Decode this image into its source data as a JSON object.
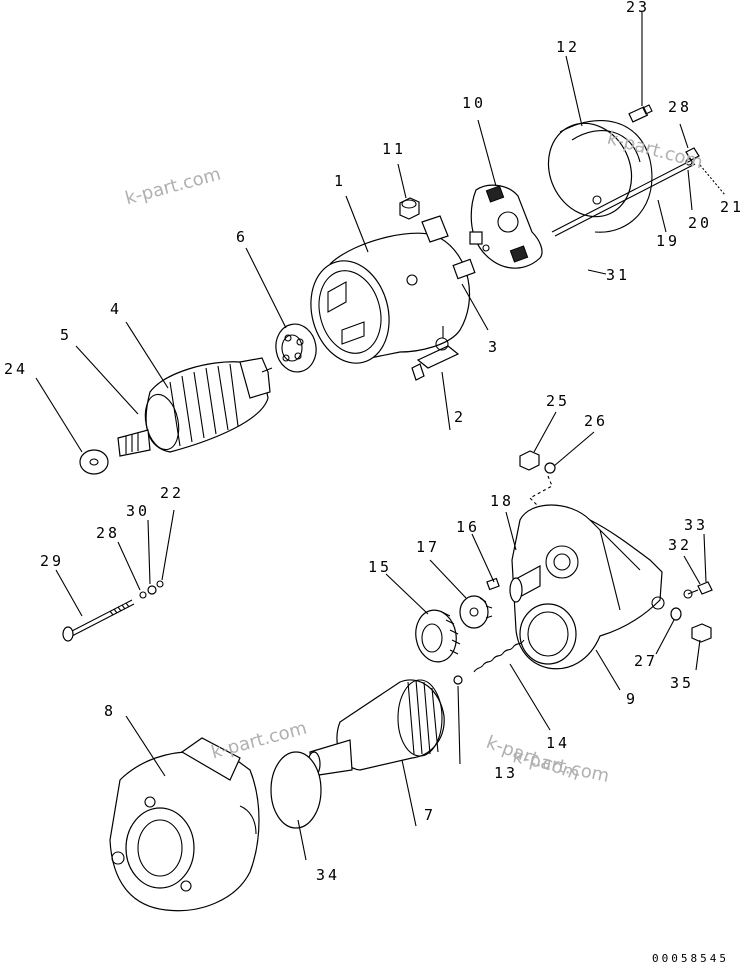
{
  "diagram": {
    "callouts": {
      "p1": "1",
      "p2": "2",
      "p3": "3",
      "p4": "4",
      "p5": "5",
      "p6": "6",
      "p7": "7",
      "p8": "8",
      "p9": "9",
      "p10": "10",
      "p11": "11",
      "p12": "12",
      "p13": "13",
      "p14": "14",
      "p15": "15",
      "p16": "16",
      "p17": "17",
      "p18": "18",
      "p19": "19",
      "p20": "20",
      "p21": "21",
      "p22": "22",
      "p23": "23",
      "p24": "24",
      "p25": "25",
      "p26": "26",
      "p27": "27",
      "p28a": "28",
      "p28b": "28",
      "p29": "29",
      "p30": "30",
      "p31": "31",
      "p32": "32",
      "p33": "33",
      "p34": "34",
      "p35": "35"
    },
    "watermarks": [
      "k-part.com",
      "k-part.com",
      "k-part.com",
      "k-part.com",
      "k-part.com"
    ],
    "document_number": "00058545"
  }
}
